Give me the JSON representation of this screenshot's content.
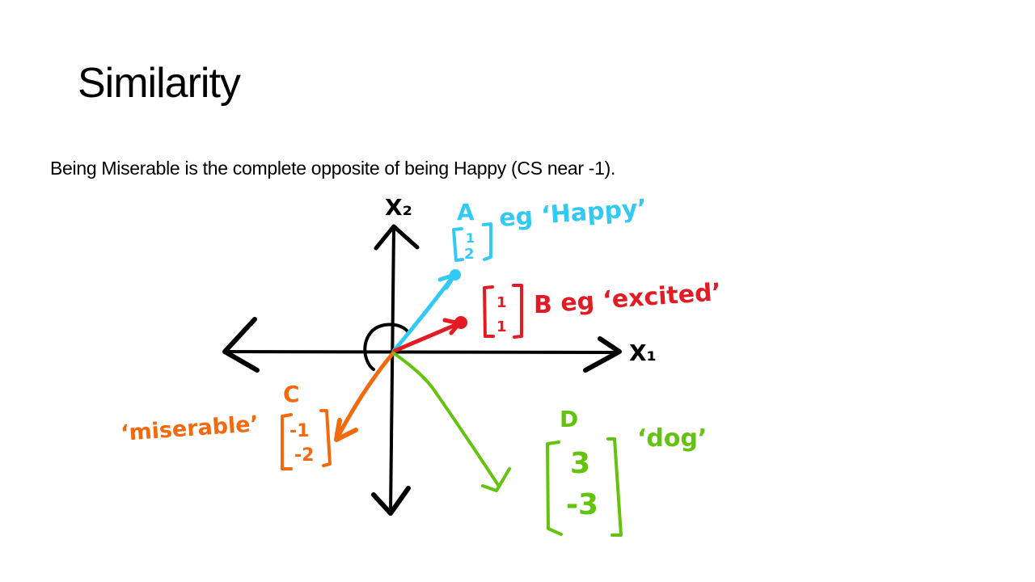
{
  "slide": {
    "title": "Similarity",
    "body": "Being Miserable is the complete opposite of being Happy (CS near -1)."
  },
  "diagram": {
    "axes": {
      "x_label": "X₁",
      "y_label": "X₂",
      "color": "#000000"
    },
    "angle_arc": {
      "description": "angle arc between A and C (approx 180°)"
    },
    "vectors": [
      {
        "id": "A",
        "letter": "A",
        "matrix": [
          "1",
          "2"
        ],
        "example": "eg ‘Happy’",
        "color": "#33C9F5"
      },
      {
        "id": "B",
        "letter": "B",
        "matrix": [
          "1",
          "1"
        ],
        "example": "eg ‘excited’",
        "color": "#E31B23"
      },
      {
        "id": "C",
        "letter": "C",
        "matrix": [
          "-1",
          "-2"
        ],
        "example": "‘miserable’",
        "color": "#F26A0F"
      },
      {
        "id": "D",
        "letter": "D",
        "matrix": [
          "3",
          "-3"
        ],
        "example": "‘dog’",
        "color": "#63C30E"
      }
    ]
  }
}
